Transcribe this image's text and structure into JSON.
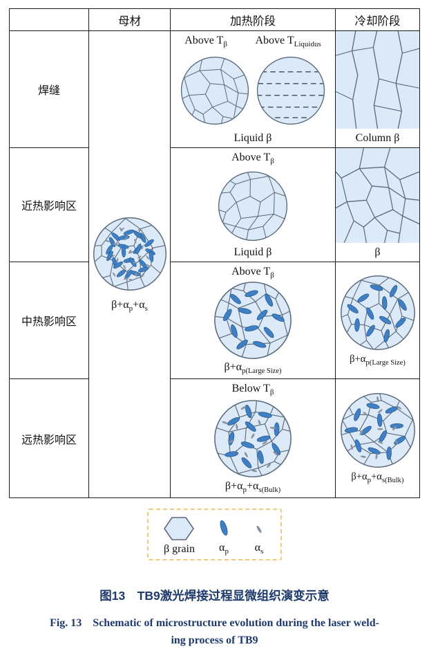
{
  "table": {
    "headers": {
      "base_metal": "母材",
      "heating": "加热阶段",
      "cooling": "冷却阶段"
    },
    "row_labels": {
      "weld": "焊缝",
      "near_haz": "近热影响区",
      "mid_haz": "中热影响区",
      "far_haz": "远热影响区"
    }
  },
  "labels": {
    "above_t": "Above T",
    "below_t": "Below T",
    "sub_beta": "β",
    "sub_liquidus": "Liquidus",
    "liquid_beta": "Liquid β",
    "column_beta": "Column β",
    "beta": "β",
    "beta_alpha": "β+α",
    "plus_alpha": "+α",
    "sub_p": "p",
    "sub_s": "s",
    "paren_large_size": "(Large Size)",
    "paren_bulk": "(Bulk)"
  },
  "legend": {
    "beta_grain": "β grain",
    "alpha": "α",
    "sub_p": "p",
    "sub_s": "s"
  },
  "caption": {
    "zh": "图13　TB9激光焊接过程显微组织演变示意",
    "en_line1": "Fig. 13　Schematic of microstructure evolution during the laser weld-",
    "en_line2": "ing process of TB9"
  },
  "colors": {
    "grain_fill": "#dce9f6",
    "grain_boundary": "#5a6a7e",
    "alpha_p_blue": "#3f80c4",
    "alpha_s_gray": "#8b939b",
    "legend_border": "#edcb7b",
    "caption_text": "#1e3a6b"
  }
}
